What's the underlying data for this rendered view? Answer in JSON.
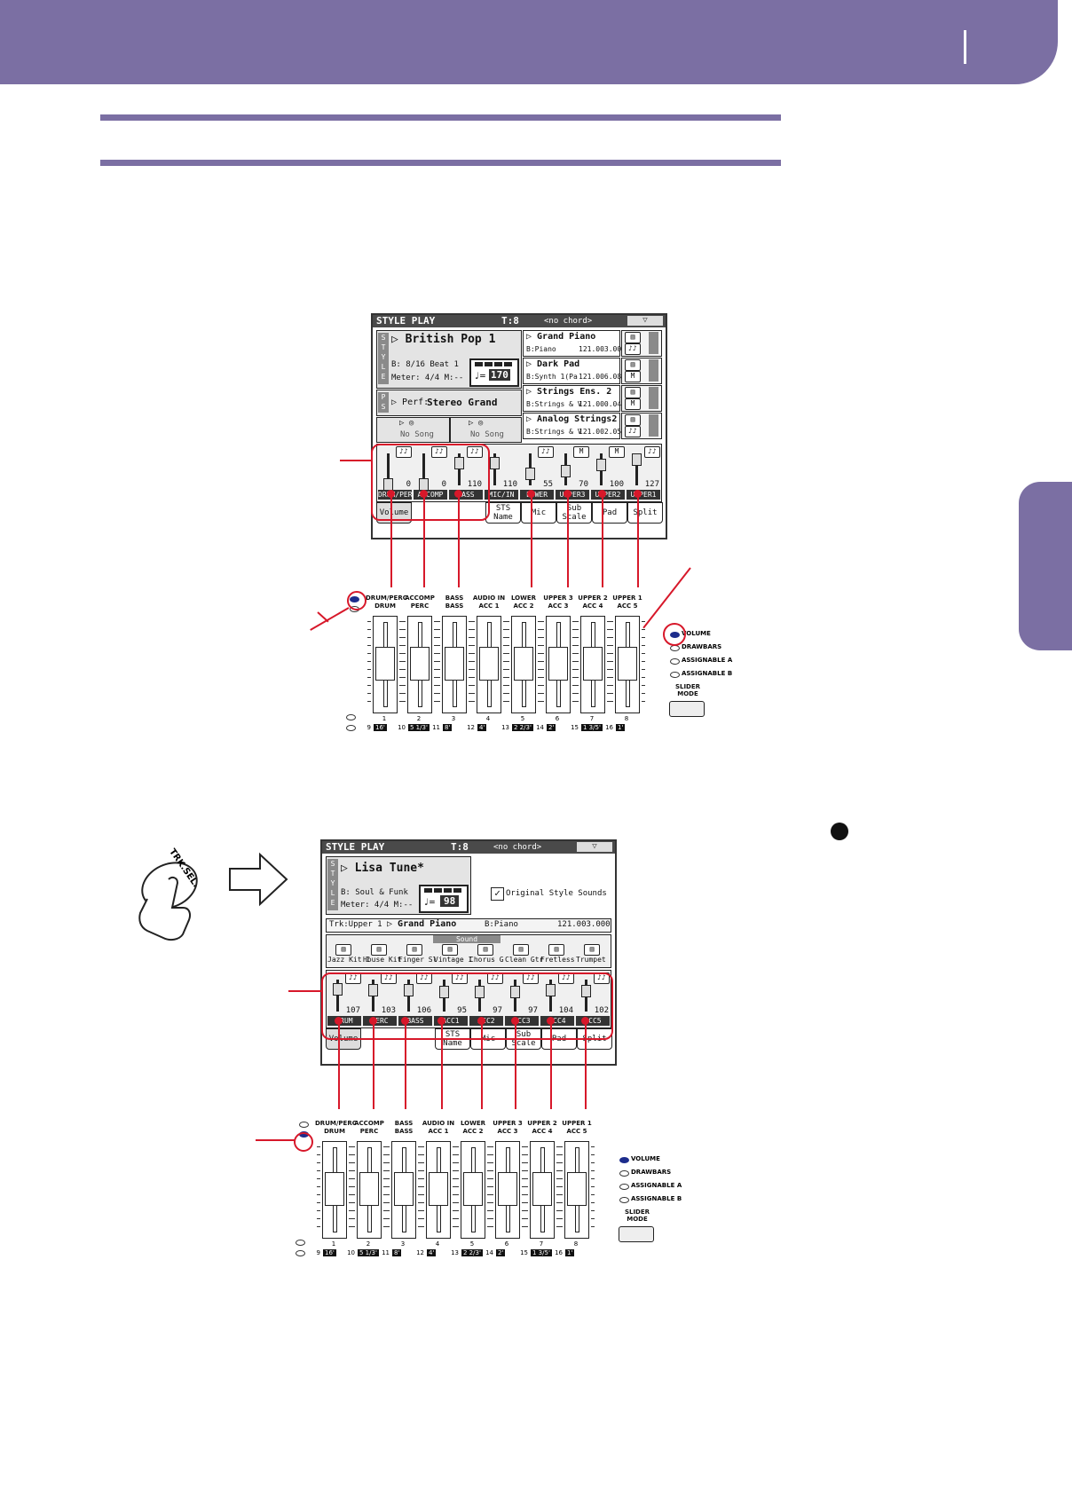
{
  "screen1": {
    "title": "STYLE PLAY",
    "tempo_label": "T:8",
    "chord": "<no chord>",
    "style_tag": [
      "S",
      "T",
      "Y",
      "L",
      "E"
    ],
    "style_name": "British Pop 1",
    "style_bank": "B: 8/16 Beat 1",
    "meter": "Meter:  4/4  M:--",
    "tempo_value": "170",
    "perf_tag": [
      "P",
      "S"
    ],
    "perf": "Perf:",
    "perf_name": "Stereo Grand",
    "song1": "No Song",
    "song2": "No Song",
    "sounds": [
      {
        "name": "Grand Piano",
        "bank": "B:Piano",
        "id": "121.003.000"
      },
      {
        "name": "Dark Pad",
        "bank": "B:Synth 1(Pa",
        "id": "121.006.089"
      },
      {
        "name": "Strings Ens. 2",
        "bank": "B:Strings & V",
        "id": "121.000.049"
      },
      {
        "name": "Analog Strings2",
        "bank": "B:Strings & V",
        "id": "121.002.050"
      }
    ],
    "tracks": [
      {
        "name": "DRUM/PERC",
        "value": "0",
        "pos": 0.0,
        "icon": "♪♪"
      },
      {
        "name": "ACCOMP",
        "value": "0",
        "pos": 0.0,
        "icon": "♪♪"
      },
      {
        "name": "BASS",
        "value": "110",
        "pos": 0.87,
        "icon": "♪♪"
      },
      {
        "name": "MIC/IN",
        "value": "110",
        "pos": 0.87,
        "icon": ""
      },
      {
        "name": "LOWER",
        "value": "55",
        "pos": 0.43,
        "icon": "♪♪"
      },
      {
        "name": "UPPER3",
        "value": "70",
        "pos": 0.55,
        "icon": "M"
      },
      {
        "name": "UPPER2",
        "value": "100",
        "pos": 0.79,
        "icon": "M"
      },
      {
        "name": "UPPER1",
        "value": "127",
        "pos": 1.0,
        "icon": "♪♪"
      }
    ],
    "tabs": [
      "Volume",
      "STS Name",
      "Mic",
      "Sub Scale",
      "Pad",
      "Split"
    ]
  },
  "screen2": {
    "title": "STYLE PLAY",
    "tempo_label": "T:8",
    "chord": "<no chord>",
    "style_name": "Lisa Tune*",
    "style_bank": "B: Soul & Funk",
    "meter": "Meter:  4/4  M:--",
    "tempo_value": "98",
    "checkbox_label": "Original Style Sounds",
    "trk_line": "Trk:Upper 1",
    "trk_sound": "Grand Piano",
    "trk_bank": "B:Piano",
    "trk_id": "121.003.000",
    "sound_header": "Sound",
    "sound_names": [
      "Jazz Kit I",
      "House Kit",
      "Finger Sl",
      "Vintage I",
      "Chorus G",
      "Clean Gtr",
      "Fretless",
      "Trumpet"
    ],
    "tracks": [
      {
        "name": "DRUM",
        "value": "107",
        "pos": 0.84
      },
      {
        "name": "PERC",
        "value": "103",
        "pos": 0.81
      },
      {
        "name": "BASS",
        "value": "106",
        "pos": 0.83
      },
      {
        "name": "ACC1",
        "value": "95",
        "pos": 0.75
      },
      {
        "name": "ACC2",
        "value": "97",
        "pos": 0.76
      },
      {
        "name": "ACC3",
        "value": "97",
        "pos": 0.76
      },
      {
        "name": "ACC4",
        "value": "104",
        "pos": 0.82
      },
      {
        "name": "ACC5",
        "value": "102",
        "pos": 0.8
      }
    ],
    "tabs": [
      "Volume",
      "STS Name",
      "Mic",
      "Sub Scale",
      "Pad",
      "Split"
    ]
  },
  "panel": {
    "labels_top": [
      "DRUM/PERC",
      "ACCOMP",
      "BASS",
      "AUDIO IN",
      "LOWER",
      "UPPER 3",
      "UPPER 2",
      "UPPER 1"
    ],
    "labels_bottom": [
      "DRUM",
      "PERC",
      "BASS",
      "ACC 1",
      "ACC 2",
      "ACC 3",
      "ACC 4",
      "ACC 5"
    ],
    "numbers_top": [
      "1",
      "2",
      "3",
      "4",
      "5",
      "6",
      "7",
      "8"
    ],
    "numbers_bottom": [
      "9",
      "10",
      "11",
      "12",
      "13",
      "14",
      "15",
      "16"
    ],
    "feet": [
      "16'",
      "5 1/3'",
      "8'",
      "4'",
      "2 2/3'",
      "2'",
      "1 3/5'",
      "1'"
    ],
    "modes": [
      "VOLUME",
      "DRAWBARS",
      "ASSIGNABLE A",
      "ASSIGNABLE B"
    ],
    "slider_mode": "SLIDER MODE"
  },
  "trk_sel_label": "TRK.SEL."
}
